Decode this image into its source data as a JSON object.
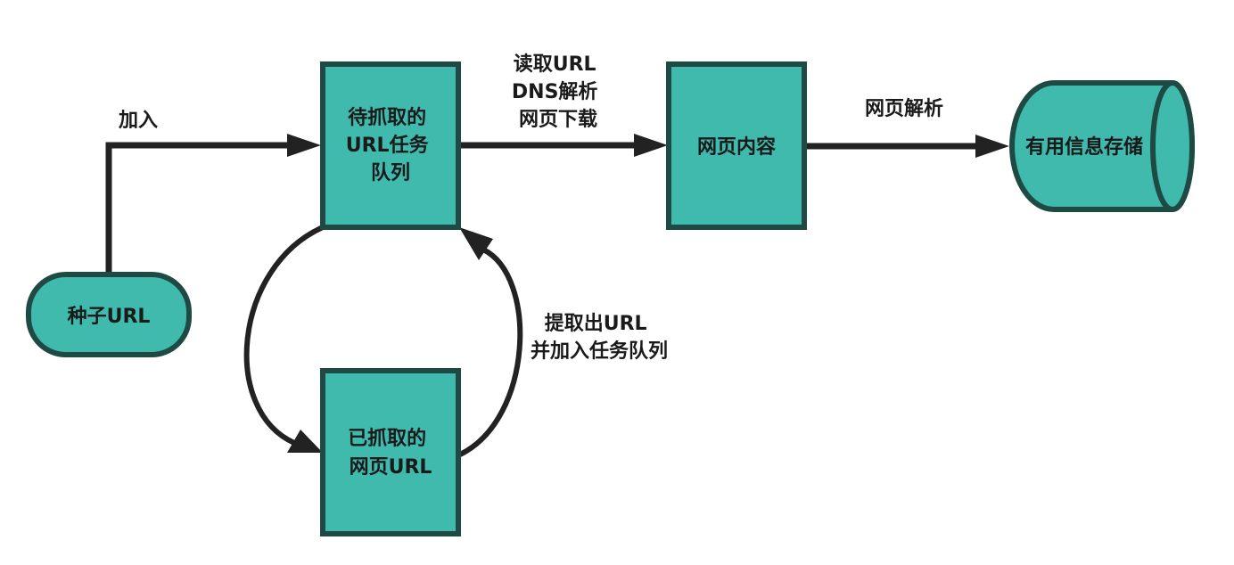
{
  "colors": {
    "node_fill": "#3fbaad",
    "node_stroke": "#1f4a44",
    "edge": "#222222",
    "text": "#1a1a1a"
  },
  "nodes": {
    "seed": {
      "label": "种子URL"
    },
    "queue": {
      "lines": [
        "待抓取的",
        "URL任务",
        "队列"
      ]
    },
    "content": {
      "label": "网页内容"
    },
    "storage": {
      "label": "有用信息存储"
    },
    "crawled": {
      "lines": [
        "已抓取的",
        "网页URL"
      ]
    }
  },
  "edges": {
    "add": {
      "label": "加入"
    },
    "fetch": {
      "lines": [
        "读取URL",
        "DNS解析",
        "网页下载"
      ]
    },
    "parse": {
      "label": "网页解析"
    },
    "extract": {
      "lines": [
        "提取出URL",
        "并加入任务队列"
      ]
    }
  }
}
